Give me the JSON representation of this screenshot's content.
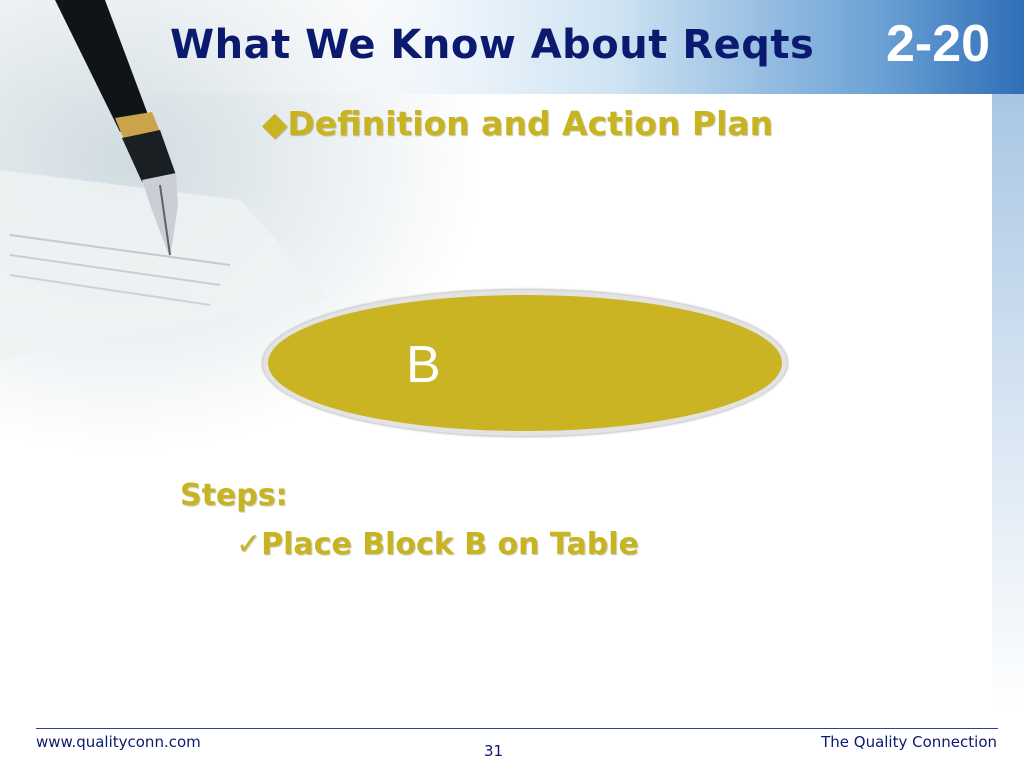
{
  "slide": {
    "title": "What We Know About Reqts",
    "code": "2-20",
    "subtitle_bullet": "◆",
    "subtitle": "Definition and Action Plan",
    "block_label": "B",
    "steps_heading": "Steps:",
    "step_check": "✓",
    "step_item": "Place Block B on Table"
  },
  "footer": {
    "left": "www.qualityconn.com",
    "right": "The Quality Connection",
    "page_number": "31"
  },
  "colors": {
    "title": "#0b1a6e",
    "accent_gold": "#c8b420",
    "ellipse_fill": "#cbb424",
    "header_blue": "#2f6fb8"
  },
  "icons": {
    "bullet": "diamond-bullet-icon",
    "check": "check-mark-icon",
    "decor": "fountain-pen-icon"
  }
}
